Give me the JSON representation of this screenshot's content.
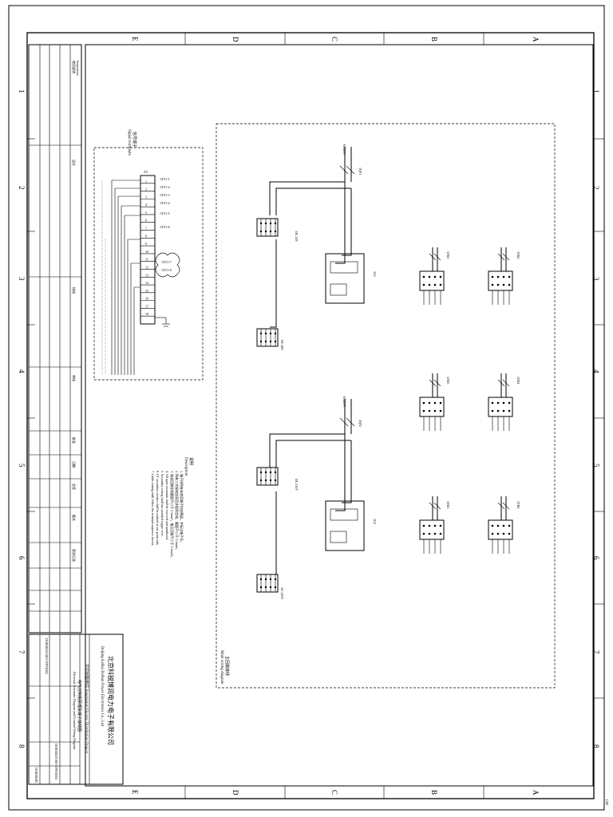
{
  "zones": {
    "letters": [
      "E",
      "D",
      "C",
      "B",
      "A"
    ],
    "numbers": [
      "1",
      "2",
      "3",
      "4",
      "5",
      "6",
      "7",
      "8"
    ]
  },
  "company": {
    "name_cn": "北京科锐博润电力电子有限公司",
    "name_en": "Beijing KeRui BoRun Power Electronics Co., Ltd"
  },
  "title_block": {
    "project": "达拉哈斯电站 Bangladesh Electric Distribution Project",
    "drawing_title_cn": "电气控制柜原理及端子接线图",
    "drawing_title_en": "Electrical Schematic Diagram and Terminal Wiring Diagram",
    "drawing_no": "DOBMSZ/10KV1FPZE002",
    "revision": "D",
    "doc_code": "DOBMSZ"
  },
  "signal_box": {
    "title_cn": "信号端子",
    "title_en": "Signal terminals",
    "strip": "XT",
    "rows": [
      "1",
      "2",
      "3",
      "4",
      "5",
      "6",
      "7",
      "8",
      "9",
      "10",
      "11",
      "12",
      "13",
      "14",
      "15",
      "16",
      "17",
      "18"
    ],
    "right_labels": [
      "1XT1-1",
      "1XT1-2",
      "1XT1-3",
      "1XT1-4",
      "1XT1-5",
      "1XT1-6"
    ],
    "cloud_labels": [
      "1XT1-7",
      "1XT1-8"
    ]
  },
  "main_box": {
    "caption_cn": "主回路接线",
    "caption_en": "Main wiring diagram",
    "incoming_upper": "1QF1",
    "incoming_lower": "1QF2",
    "ac_upper": "AC220V",
    "ac_lower": "AC220V",
    "controller_upper": "1U1",
    "controller_lower": "1U2",
    "outputs": [
      "1ZK1",
      "1ZK2",
      "1ZK3",
      "1ZK4",
      "1ZK5",
      "1ZK6"
    ],
    "dc_labels": [
      "DC 24V",
      "DC 48V",
      "DC 110V",
      "AC 220V"
    ]
  },
  "notes": {
    "title_cn": "说明",
    "title_en": "Description",
    "items": [
      "1. 端子排所有未使用端子均应预留，并标注端子号。",
      "2. 所有二次接线应采用多股铜芯线，截面不小于 1.5mm²。",
      "3. 电流回路导线截面不小于 2.5mm²，电压回路不小于 1.5mm²。",
      "4. All spare terminals shall be reserved and numbered.",
      "5. Secondary wiring shall use stranded copper wire.",
      "6. CT secondary circuits shall be earthed at one point only.",
      "7. Cable routing shall follow the terminal sequence shown."
    ]
  },
  "left_table": {
    "header_cn": "使用说明",
    "header_en": "Instructions",
    "rows": [
      "设计",
      "校核",
      "审核",
      "批准",
      "日期",
      "会签",
      "版本",
      "更改记录"
    ]
  },
  "corner_mark": "CEP"
}
